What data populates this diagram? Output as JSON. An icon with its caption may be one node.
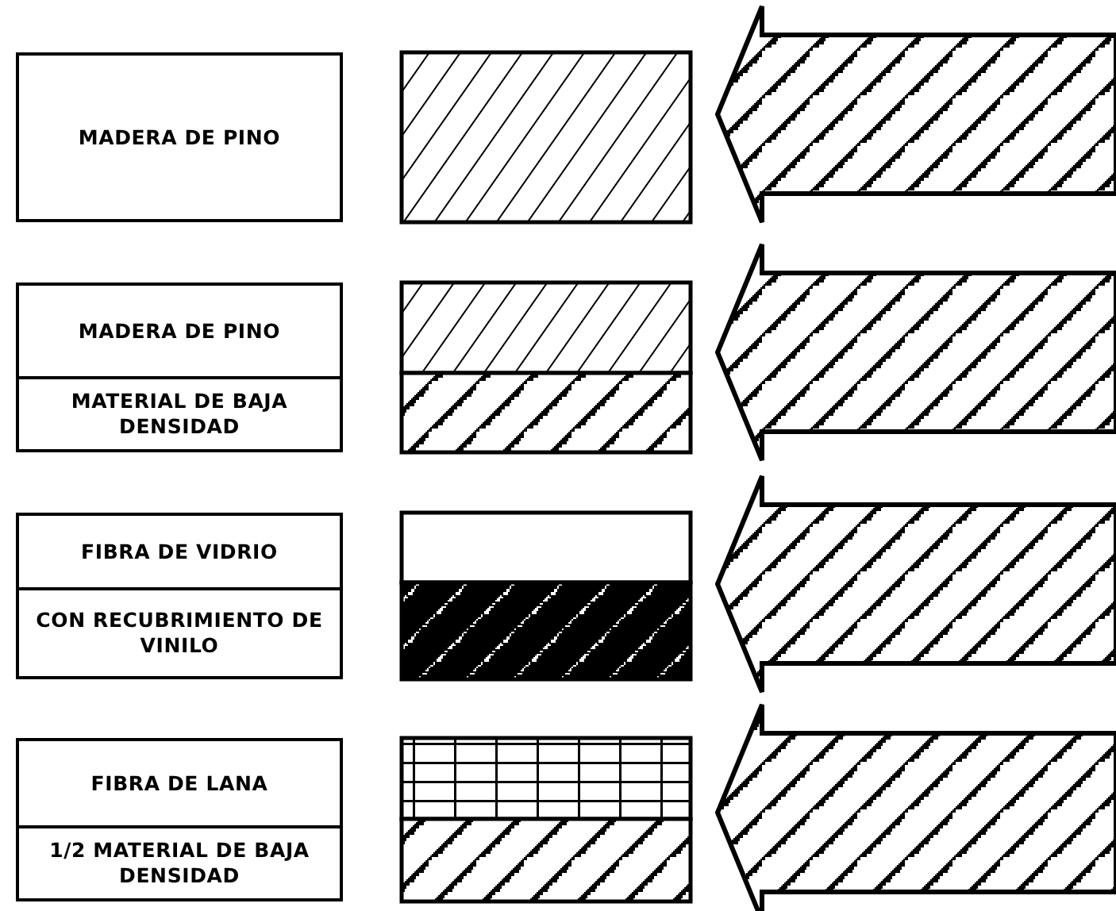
{
  "diagram": {
    "nodes": [
      {
        "text": [
          "MADERA DE PINO"
        ]
      },
      {
        "text": [
          "MADERA DE PINO",
          "MATERIAL DE BAJA DENSIDAD"
        ]
      },
      {
        "text": [
          "FIBRA DE VIDRIO",
          "CON RECUBRIMIENTO DE VINILO"
        ]
      },
      {
        "text": [
          "FIBRA DE LANA",
          "1/2 MATERIAL DE BAJA DENSIDAD"
        ]
      }
    ]
  }
}
